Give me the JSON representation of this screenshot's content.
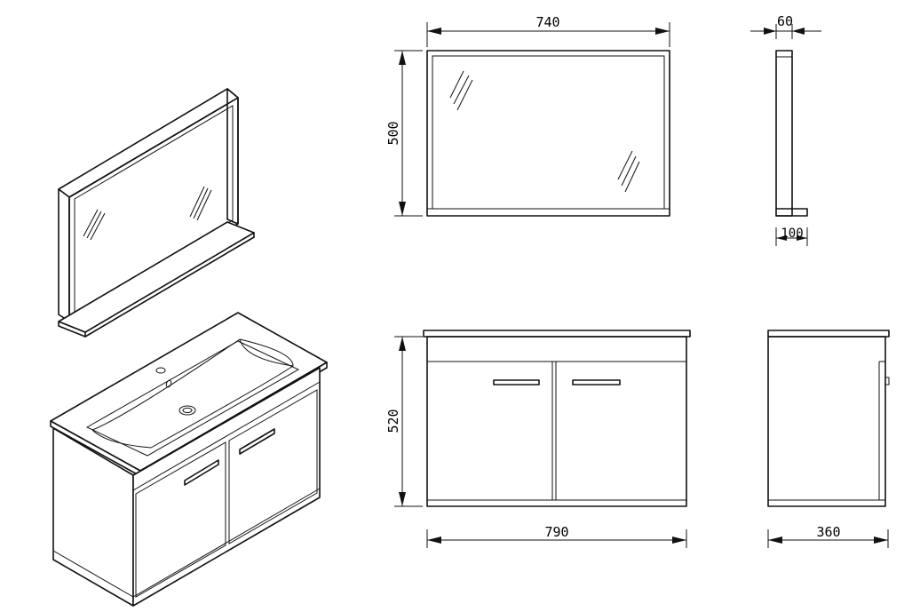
{
  "dimensions": {
    "mirror_width": "740",
    "mirror_height": "500",
    "mirror_depth": "60",
    "shelf_depth": "100",
    "cabinet_height": "520",
    "cabinet_width": "790",
    "cabinet_depth": "360"
  },
  "colors": {
    "line": "#111111",
    "background": "#ffffff"
  }
}
